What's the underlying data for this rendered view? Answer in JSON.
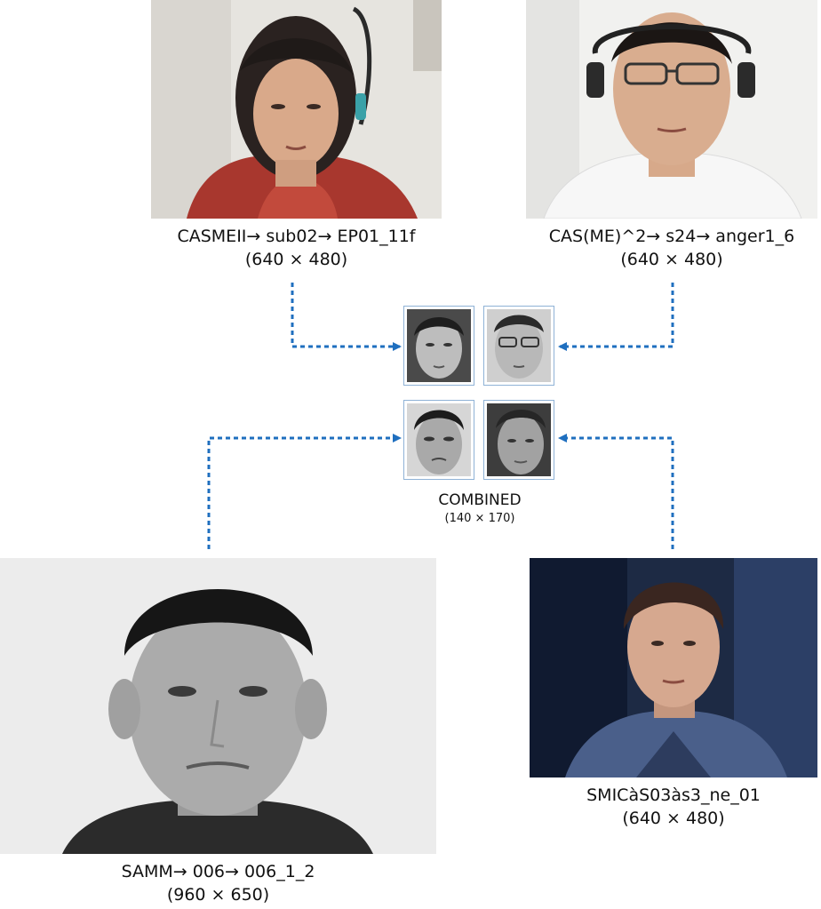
{
  "sources": {
    "casmeii": {
      "label": "CASMEII→ sub02→ EP01_11f",
      "dims": "(640 × 480)",
      "photo_icon": "face-photo-female-color"
    },
    "casme2": {
      "label": "CAS(ME)^2→ s24→ anger1_6",
      "dims": "(640 × 480)",
      "photo_icon": "face-photo-male-glasses-color"
    },
    "samm": {
      "label": "SAMM→ 006→ 006_1_2",
      "dims": "(960 × 650)",
      "photo_icon": "face-photo-male-grayscale"
    },
    "smic": {
      "label": "SMICàS03às3_ne_01",
      "dims": "(640 × 480)",
      "photo_icon": "face-photo-male-blue-background"
    }
  },
  "combined": {
    "title": "COMBINED",
    "dims": "(140 × 170)",
    "thumbnail_icons": [
      "cropped-face-casmeii",
      "cropped-face-casme2",
      "cropped-face-samm",
      "cropped-face-smic"
    ]
  },
  "colors": {
    "arrow": "#1f6fbf",
    "thumb_border": "#8fb2d6"
  }
}
